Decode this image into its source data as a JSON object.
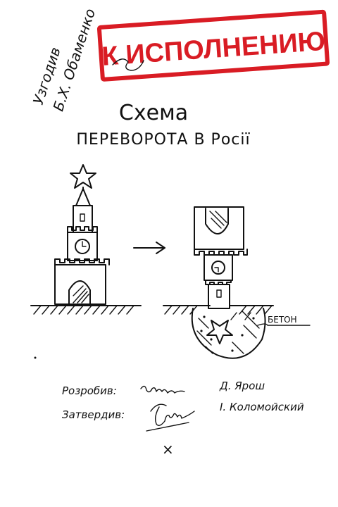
{
  "stamp": {
    "text": "К ИСПОЛНЕНИЮ",
    "color": "#d91c24"
  },
  "agreed": {
    "label": "Узгодив",
    "name": "Б.Х. Обаменко"
  },
  "title": {
    "line1": "Схема",
    "line2": "ПЕРЕВОРОТА В Росії"
  },
  "diagram": {
    "concrete_label": "БЕТОН",
    "left_icon": "kremlin-tower-icon",
    "arrow_icon": "arrow-right-icon",
    "right_icon": "inverted-tower-icon"
  },
  "signatures": {
    "developed_label": "Розробив:",
    "developed_name": "Д. Ярош",
    "approved_label": "Затвердив:",
    "approved_name": "І. Коломойский"
  },
  "mark": "×"
}
